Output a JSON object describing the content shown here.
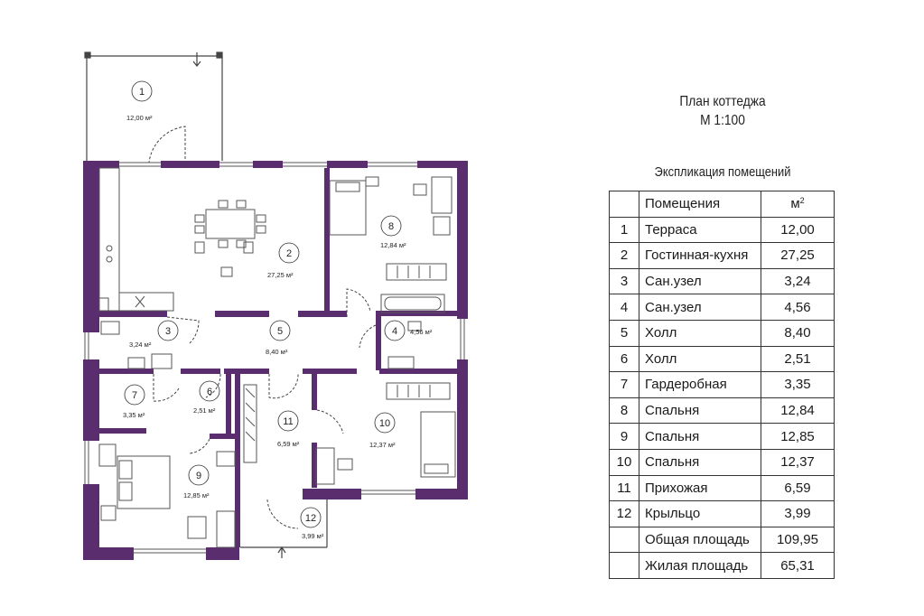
{
  "header": {
    "title": "План коттеджа",
    "scale": "М 1:100",
    "explication_title": "Экспликация помещений"
  },
  "table": {
    "header": {
      "num": "",
      "name": "Помещения",
      "unit": "м",
      "unit_sup": "2"
    },
    "rows": [
      {
        "num": "1",
        "name": "Терраса",
        "area": "12,00"
      },
      {
        "num": "2",
        "name": "Гостинная-кухня",
        "area": "27,25"
      },
      {
        "num": "3",
        "name": "Сан.узел",
        "area": "3,24"
      },
      {
        "num": "4",
        "name": "Сан.узел",
        "area": "4,56"
      },
      {
        "num": "5",
        "name": "Холл",
        "area": "8,40"
      },
      {
        "num": "6",
        "name": "Холл",
        "area": "2,51"
      },
      {
        "num": "7",
        "name": "Гардеробная",
        "area": "3,35"
      },
      {
        "num": "8",
        "name": "Спальня",
        "area": "12,84"
      },
      {
        "num": "9",
        "name": "Спальня",
        "area": "12,85"
      },
      {
        "num": "10",
        "name": "Спальня",
        "area": "12,37"
      },
      {
        "num": "11",
        "name": "Прихожая",
        "area": "6,59"
      },
      {
        "num": "12",
        "name": "Крыльцо",
        "area": "3,99"
      }
    ],
    "totals": [
      {
        "name": "Общая площадь",
        "area": "109,95"
      },
      {
        "name": "Жилая площадь",
        "area": "65,31"
      }
    ]
  },
  "plan_labels": {
    "r1": {
      "num": "1",
      "area": "12,00 м²"
    },
    "r2": {
      "num": "2",
      "area": "27,25 м²"
    },
    "r3": {
      "num": "3",
      "area": "3,24 м²"
    },
    "r4": {
      "num": "4",
      "area": "4,56 м²"
    },
    "r5": {
      "num": "5",
      "area": "8,40 м²"
    },
    "r6": {
      "num": "6",
      "area": "2,51 м²"
    },
    "r7": {
      "num": "7",
      "area": "3,35 м²"
    },
    "r8": {
      "num": "8",
      "area": "12,84 м²"
    },
    "r9": {
      "num": "9",
      "area": "12,85 м²"
    },
    "r10": {
      "num": "10",
      "area": "12,37 м²"
    },
    "r11": {
      "num": "11",
      "area": "6,59 м²"
    },
    "r12": {
      "num": "12",
      "area": "3,99 м²"
    }
  },
  "colors": {
    "wall": "#5a2d6e",
    "line": "#333333",
    "background": "#ffffff"
  }
}
